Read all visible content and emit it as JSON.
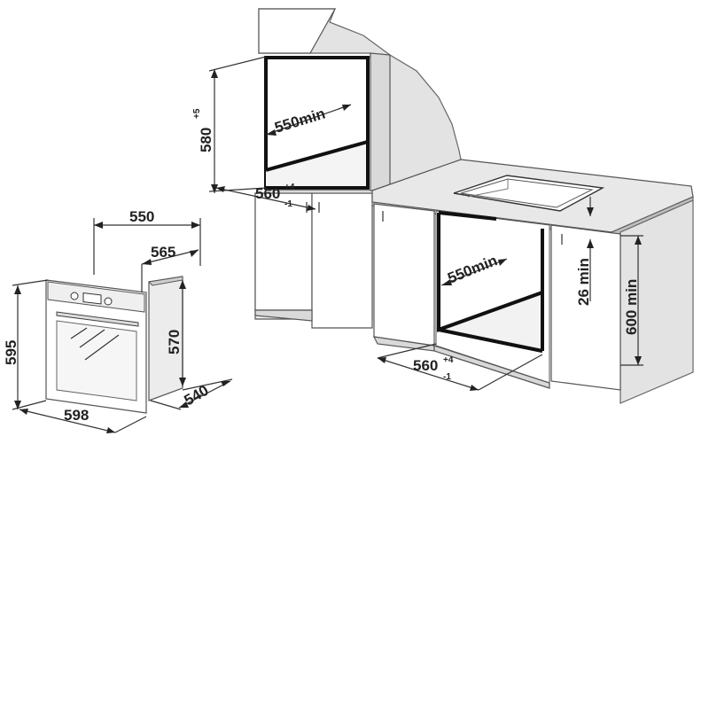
{
  "oven": {
    "width": "598",
    "height": "595",
    "depth": "540",
    "body_height": "570",
    "body_width": "550",
    "body_depth": "565"
  },
  "wall_install": {
    "niche_height": "580",
    "niche_height_tol": "+5",
    "niche_depth": "550min",
    "niche_width": "560",
    "niche_width_tol_plus": "+4",
    "niche_width_tol_minus": "-1"
  },
  "counter_install": {
    "niche_depth": "550min",
    "niche_width": "560",
    "niche_width_tol_plus": "+4",
    "niche_width_tol_minus": "-1",
    "top_gap": "26 min",
    "niche_height": "600 min"
  }
}
